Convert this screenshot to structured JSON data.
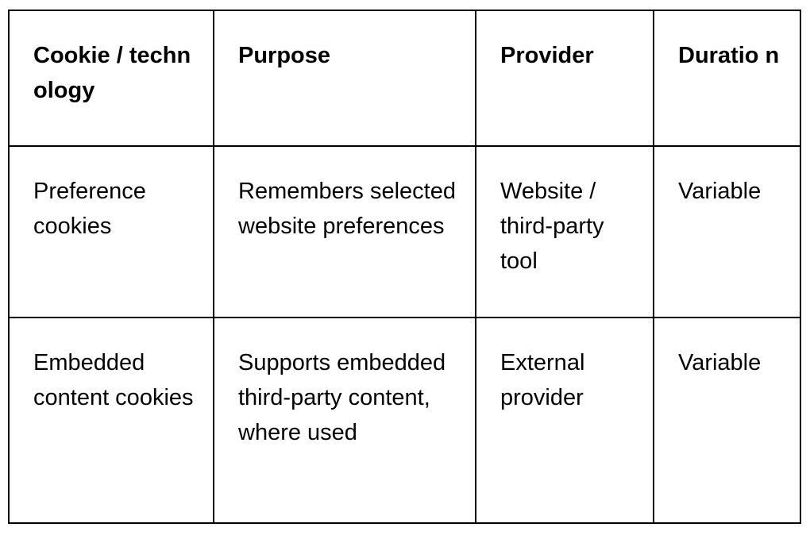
{
  "table": {
    "headers": [
      "Cookie / technology",
      "Purpose",
      "Provider",
      "Duratio n"
    ],
    "rows": [
      {
        "cookie": "Preference cookies",
        "purpose": "Remembers selected website preferences",
        "provider": "Website / third-party tool",
        "duration": "Variable"
      },
      {
        "cookie": "Embedded content cookies",
        "purpose": "Supports embedded third-party content, where used",
        "provider": "External provider",
        "duration": "Variable"
      }
    ]
  }
}
